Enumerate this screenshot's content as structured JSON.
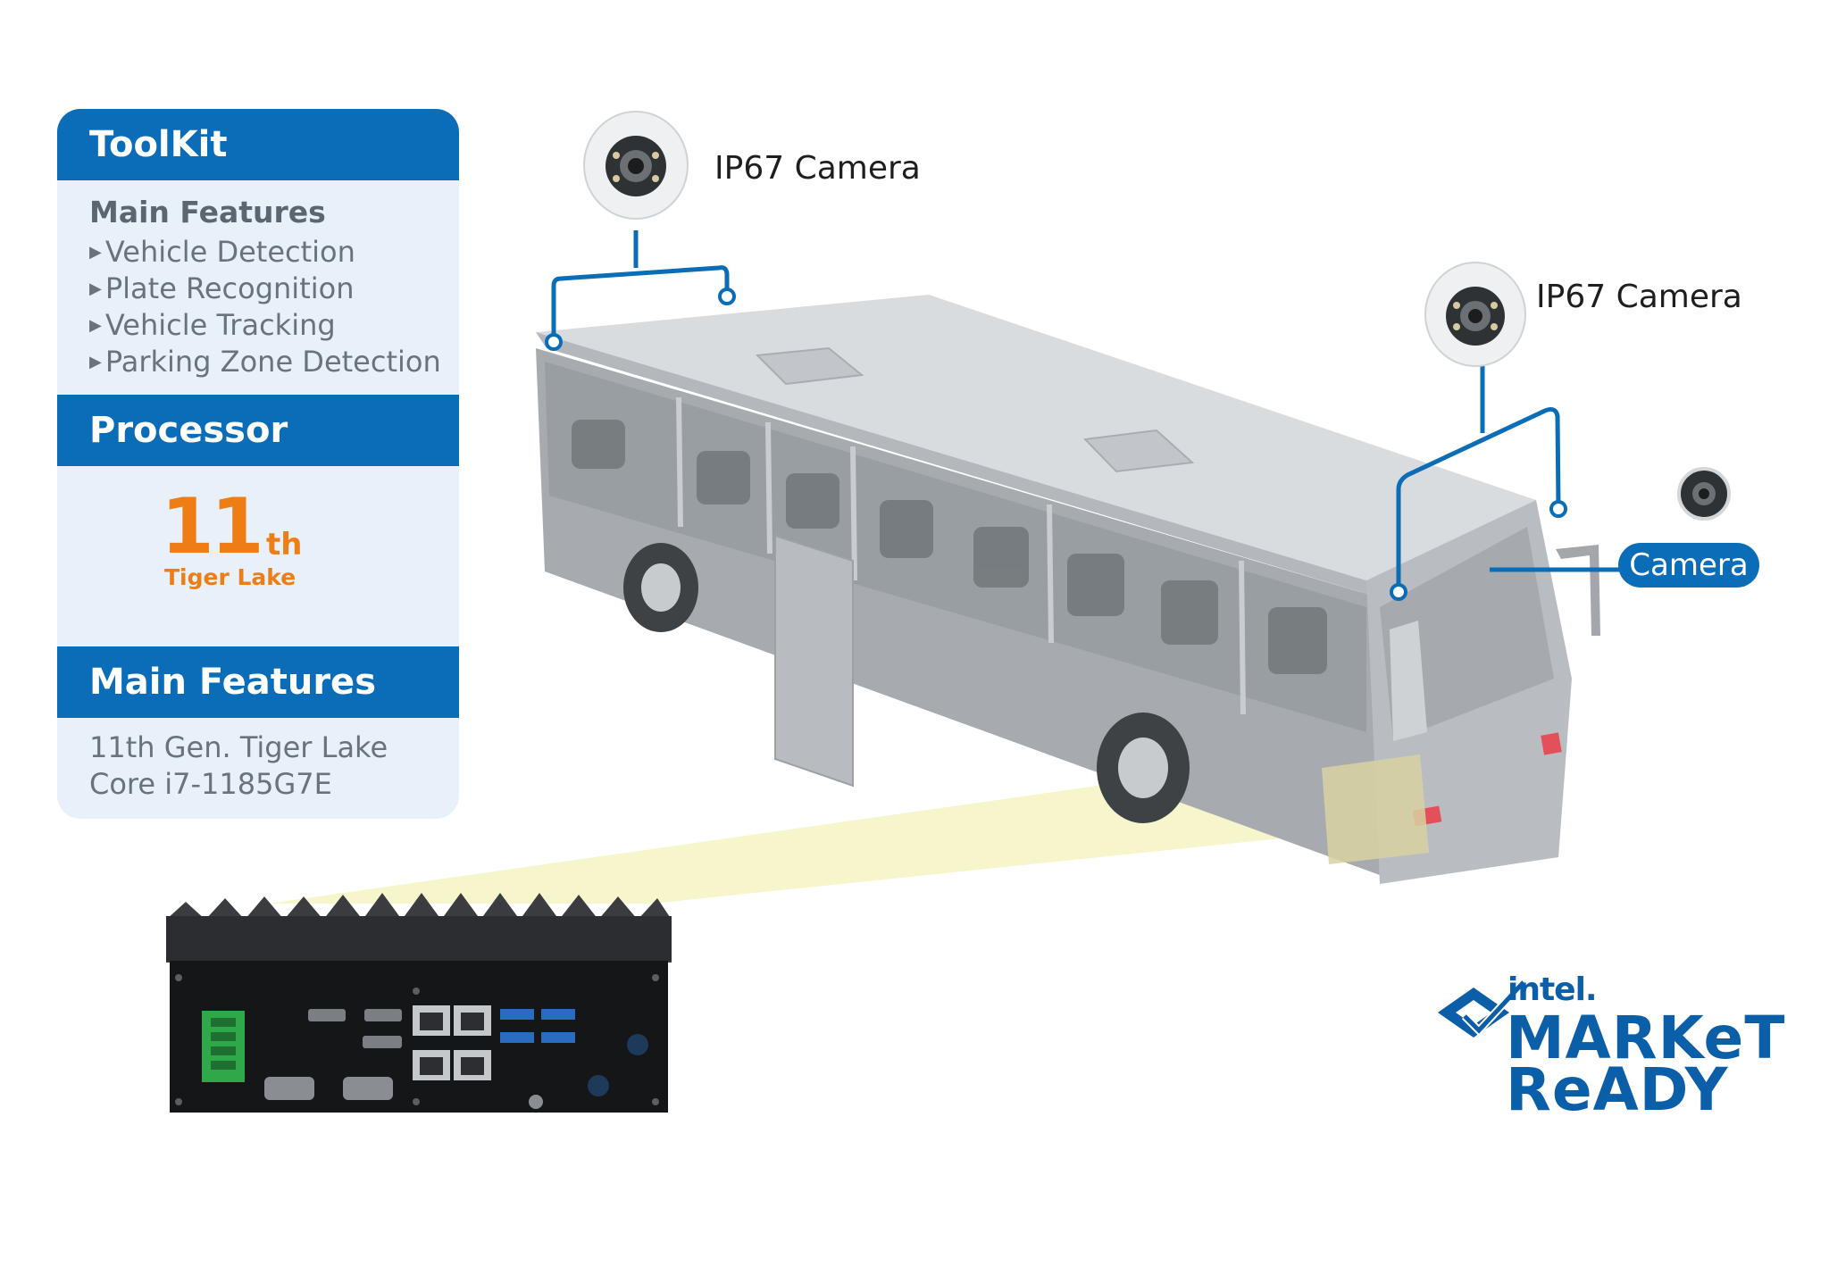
{
  "panel": {
    "toolkit_title": "ToolKit",
    "main_features_heading": "Main Features",
    "features": [
      "Vehicle Detection",
      "Plate Recognition",
      "Vehicle Tracking",
      "Parking Zone Detection"
    ],
    "processor_title": "Processor",
    "processor_badge": {
      "number": "11",
      "suffix": "th",
      "name": "Tiger Lake"
    },
    "main_features_title": "Main Features",
    "spec_lines": [
      "11th Gen. Tiger Lake",
      "Core i7-1185G7E"
    ]
  },
  "labels": {
    "camera_top": "IP67 Camera",
    "camera_right": "IP67 Camera",
    "camera_front": "Camera"
  },
  "logo": {
    "brand": "intel.",
    "line1": "MARKeT",
    "line2": "ReADY"
  },
  "colors": {
    "accent_blue": "#0b6db7",
    "panel_bg": "#e8f1f9",
    "badge_orange": "#ef7d16",
    "logo_blue": "#0b5ea8",
    "beam_yellow": "#f5f3c2"
  }
}
